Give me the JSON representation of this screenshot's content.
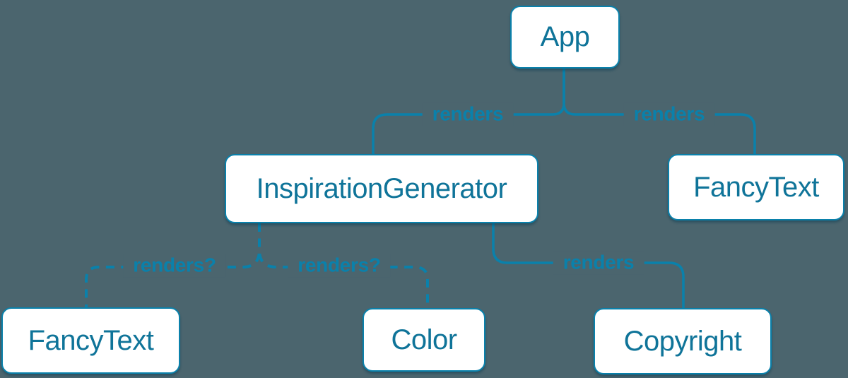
{
  "colors": {
    "background": "#4b656e",
    "accent": "#0a81ab",
    "node_fill": "#ffffff",
    "node_text": "#0f7499"
  },
  "nodes": [
    {
      "id": "app",
      "label": "App"
    },
    {
      "id": "inspiration-generator",
      "label": "InspirationGenerator"
    },
    {
      "id": "fancy-text-top",
      "label": "FancyText"
    },
    {
      "id": "fancy-text-bottom",
      "label": "FancyText"
    },
    {
      "id": "color",
      "label": "Color"
    },
    {
      "id": "copyright",
      "label": "Copyright"
    }
  ],
  "edges": [
    {
      "from": "App",
      "to": "InspirationGenerator",
      "label": "renders",
      "style": "solid"
    },
    {
      "from": "App",
      "to": "FancyText",
      "label": "renders",
      "style": "solid"
    },
    {
      "from": "InspirationGenerator",
      "to": "FancyText",
      "label": "renders?",
      "style": "dashed"
    },
    {
      "from": "InspirationGenerator",
      "to": "Color",
      "label": "renders?",
      "style": "dashed"
    },
    {
      "from": "InspirationGenerator",
      "to": "Copyright",
      "label": "renders",
      "style": "solid"
    }
  ]
}
